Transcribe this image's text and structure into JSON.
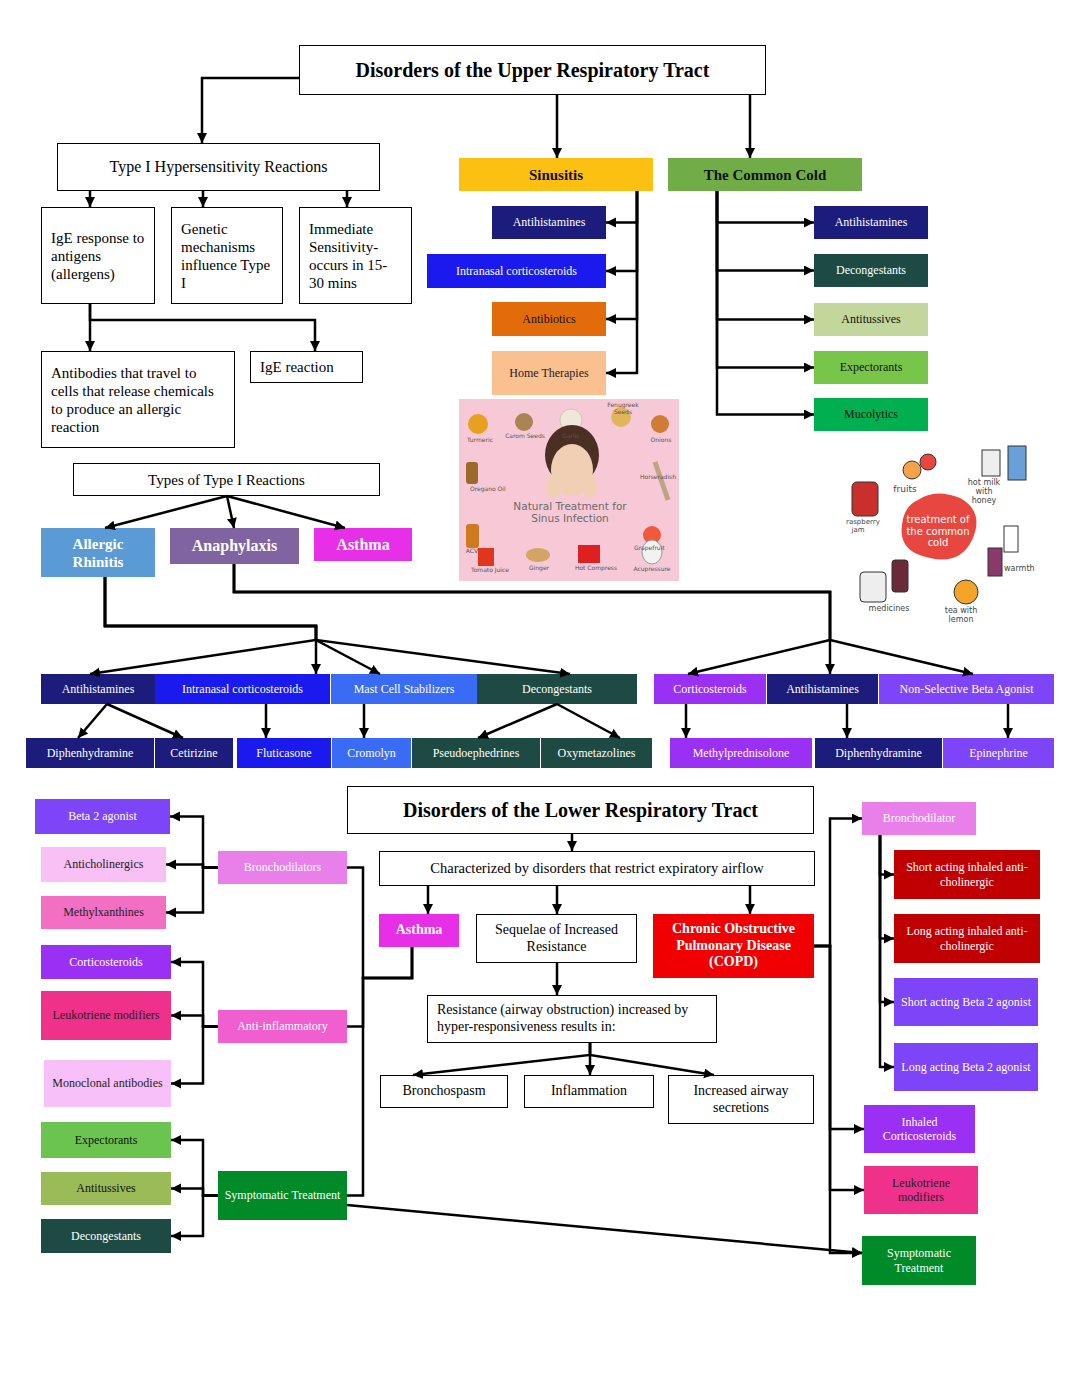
{
  "diagram": {
    "nodes": [
      {
        "text": [
          "Disorders of the Upper Respiratory Tract"
        ]
      },
      {
        "text": [
          "Type I Hypersensitivity Reactions"
        ]
      },
      {
        "text": [
          "IgE response to antigens (allergens)"
        ]
      },
      {
        "text": [
          "Genetic mechanisms influence Type I"
        ]
      },
      {
        "text": [
          "Immediate Sensitivity- occurs in 15-30 mins"
        ]
      },
      {
        "text": [
          "Antibodies that travel to cells that release chemicals to produce an allergic reaction"
        ]
      },
      {
        "text": [
          "IgE reaction"
        ]
      },
      {
        "text": [
          "Sinusitis"
        ]
      },
      {
        "text": [
          "The Common Cold"
        ]
      },
      {
        "text": [
          "Antihistamines"
        ]
      },
      {
        "text": [
          "Intranasal corticosteroids"
        ]
      },
      {
        "text": [
          "Antibiotics"
        ]
      },
      {
        "text": [
          "Home Therapies"
        ]
      },
      {
        "text": [
          "Antihistamines"
        ]
      },
      {
        "text": [
          "Decongestants"
        ]
      },
      {
        "text": [
          "Antitussives"
        ]
      },
      {
        "text": [
          "Expectorants"
        ]
      },
      {
        "text": [
          "Mucolytics"
        ]
      },
      {
        "text": [
          "Types of Type I Reactions"
        ]
      },
      {
        "text": [
          "Allergic Rhinitis"
        ]
      },
      {
        "text": [
          "Anaphylaxis"
        ]
      },
      {
        "text": [
          "Asthma"
        ]
      },
      {
        "text": [
          "Antihistamines"
        ]
      },
      {
        "text": [
          "Intranasal corticosteroids"
        ]
      },
      {
        "text": [
          "Mast Cell Stabilizers"
        ]
      },
      {
        "text": [
          "Decongestants"
        ]
      },
      {
        "text": [
          "Corticosteroids"
        ]
      },
      {
        "text": [
          "Antihistamines"
        ]
      },
      {
        "text": [
          "Non-Selective Beta Agonist"
        ]
      },
      {
        "text": [
          "Diphenhydramine"
        ]
      },
      {
        "text": [
          "Cetirizine"
        ]
      },
      {
        "text": [
          "Fluticasone"
        ]
      },
      {
        "text": [
          "Cromolyn"
        ]
      },
      {
        "text": [
          "Pseudoephedrines"
        ]
      },
      {
        "text": [
          "Oxymetazolines"
        ]
      },
      {
        "text": [
          "Methylprednisolone"
        ]
      },
      {
        "text": [
          "Diphenhydramine"
        ]
      },
      {
        "text": [
          "Epinephrine"
        ]
      },
      {
        "text": [
          "Disorders of the Lower Respiratory Tract"
        ]
      },
      {
        "text": [
          "Characterized by disorders that restrict expiratory airflow"
        ]
      },
      {
        "text": [
          "Asthma"
        ]
      },
      {
        "text": [
          "Sequelae of Increased Resistance"
        ]
      },
      {
        "text": [
          "Chronic Obstructive Pulmonary Disease (COPD)"
        ]
      },
      {
        "text": [
          "Resistance (airway obstruction) increased by hyper-responsiveness results in:"
        ]
      },
      {
        "text": [
          "Bronchospasm"
        ]
      },
      {
        "text": [
          "Inflammation"
        ]
      },
      {
        "text": [
          "Increased airway secretions"
        ]
      },
      {
        "text": [
          "Bronchodilators"
        ]
      },
      {
        "text": [
          "Beta 2 agonist"
        ]
      },
      {
        "text": [
          "Anticholinergics"
        ]
      },
      {
        "text": [
          "Methylxanthines"
        ]
      },
      {
        "text": [
          "Anti-inflammatory"
        ]
      },
      {
        "text": [
          "Corticosteroids"
        ]
      },
      {
        "text": [
          "Leukotriene modifiers"
        ]
      },
      {
        "text": [
          "Monoclonal antibodies"
        ]
      },
      {
        "text": [
          "Symptomatic Treatment"
        ]
      },
      {
        "text": [
          "Expectorants"
        ]
      },
      {
        "text": [
          "Antitussives"
        ]
      },
      {
        "text": [
          "Decongestants"
        ]
      },
      {
        "text": [
          "Bronchodilator"
        ]
      },
      {
        "text": [
          "Short acting inhaled anti-cholinergic"
        ]
      },
      {
        "text": [
          "Long acting inhaled anti-cholinergic"
        ]
      },
      {
        "text": [
          "Short acting Beta 2 agonist"
        ]
      },
      {
        "text": [
          "Long acting Beta 2 agonist"
        ]
      },
      {
        "text": [
          "Inhaled Corticosteroids"
        ]
      },
      {
        "text": [
          "Leukotriene modifiers"
        ]
      },
      {
        "text": [
          "Symptomatic Treatment"
        ]
      }
    ],
    "edges": [
      {
        "from": 0,
        "to": 1,
        "arrow": "to"
      },
      {
        "from": 0,
        "to": 7,
        "arrow": "to"
      },
      {
        "from": 0,
        "to": 8,
        "arrow": "to"
      },
      {
        "from": 1,
        "to": 2,
        "arrow": "to"
      },
      {
        "from": 1,
        "to": 3,
        "arrow": "to"
      },
      {
        "from": 1,
        "to": 4,
        "arrow": "to"
      },
      {
        "from": 2,
        "to": 5,
        "arrow": "to"
      },
      {
        "from": 2,
        "to": 6,
        "arrow": "to"
      },
      {
        "from": 7,
        "to": 9,
        "arrow": "to"
      },
      {
        "from": 7,
        "to": 10,
        "arrow": "to"
      },
      {
        "from": 7,
        "to": 11,
        "arrow": "to"
      },
      {
        "from": 7,
        "to": 12,
        "arrow": "to"
      },
      {
        "from": 8,
        "to": 13,
        "arrow": "to"
      },
      {
        "from": 8,
        "to": 14,
        "arrow": "to"
      },
      {
        "from": 8,
        "to": 15,
        "arrow": "to"
      },
      {
        "from": 8,
        "to": 16,
        "arrow": "to"
      },
      {
        "from": 8,
        "to": 17,
        "arrow": "to"
      },
      {
        "from": 18,
        "to": 19,
        "arrow": "to"
      },
      {
        "from": 18,
        "to": 20,
        "arrow": "to"
      },
      {
        "from": 18,
        "to": 21,
        "arrow": "to"
      },
      {
        "from": 19,
        "to": 22,
        "arrow": "to"
      },
      {
        "from": 19,
        "to": 23,
        "arrow": "to"
      },
      {
        "from": 19,
        "to": 24,
        "arrow": "to"
      },
      {
        "from": 19,
        "to": 25,
        "arrow": "to"
      },
      {
        "from": 20,
        "to": 26,
        "arrow": "to"
      },
      {
        "from": 20,
        "to": 27,
        "arrow": "to"
      },
      {
        "from": 20,
        "to": 28,
        "arrow": "to"
      },
      {
        "from": 22,
        "to": 29,
        "arrow": "to"
      },
      {
        "from": 22,
        "to": 30,
        "arrow": "to"
      },
      {
        "from": 23,
        "to": 31,
        "arrow": "to"
      },
      {
        "from": 24,
        "to": 32,
        "arrow": "to"
      },
      {
        "from": 25,
        "to": 33,
        "arrow": "to"
      },
      {
        "from": 25,
        "to": 34,
        "arrow": "to"
      },
      {
        "from": 26,
        "to": 35,
        "arrow": "to"
      },
      {
        "from": 27,
        "to": 36,
        "arrow": "to"
      },
      {
        "from": 28,
        "to": 37,
        "arrow": "to"
      },
      {
        "from": 38,
        "to": 39,
        "arrow": "to"
      },
      {
        "from": 39,
        "to": 40,
        "arrow": "to"
      },
      {
        "from": 39,
        "to": 41,
        "arrow": "to"
      },
      {
        "from": 39,
        "to": 42,
        "arrow": "to"
      },
      {
        "from": 41,
        "to": 43,
        "arrow": "to"
      },
      {
        "from": 43,
        "to": 44,
        "arrow": "to"
      },
      {
        "from": 43,
        "to": 45,
        "arrow": "to"
      },
      {
        "from": 43,
        "to": 46,
        "arrow": "to"
      },
      {
        "from": 40,
        "to": 47,
        "arrow": "none"
      },
      {
        "from": 40,
        "to": 51,
        "arrow": "none"
      },
      {
        "from": 40,
        "to": 55,
        "arrow": "none"
      },
      {
        "from": 47,
        "to": 48,
        "arrow": "to"
      },
      {
        "from": 47,
        "to": 49,
        "arrow": "to"
      },
      {
        "from": 47,
        "to": 50,
        "arrow": "to"
      },
      {
        "from": 51,
        "to": 52,
        "arrow": "to"
      },
      {
        "from": 51,
        "to": 53,
        "arrow": "to"
      },
      {
        "from": 51,
        "to": 54,
        "arrow": "to"
      },
      {
        "from": 55,
        "to": 56,
        "arrow": "to"
      },
      {
        "from": 55,
        "to": 57,
        "arrow": "to"
      },
      {
        "from": 55,
        "to": 58,
        "arrow": "to"
      },
      {
        "from": 55,
        "to": 66,
        "arrow": "to"
      },
      {
        "from": 42,
        "to": 59,
        "arrow": "to"
      },
      {
        "from": 42,
        "to": 64,
        "arrow": "to"
      },
      {
        "from": 42,
        "to": 65,
        "arrow": "to"
      },
      {
        "from": 42,
        "to": 66,
        "arrow": "to"
      },
      {
        "from": 59,
        "to": 60,
        "arrow": "to"
      },
      {
        "from": 59,
        "to": 61,
        "arrow": "to"
      },
      {
        "from": 59,
        "to": 62,
        "arrow": "to"
      },
      {
        "from": 59,
        "to": 63,
        "arrow": "to"
      }
    ],
    "labels": [
      "Natural Treatment for Sinus Infection",
      "Turmeric",
      "Carom Seeds",
      "Garlic",
      "Fenugreek Seeds",
      "Onions",
      "Oregano Oil",
      "Horseradish",
      "Grapefruit",
      "ACV",
      "Tomato Juice",
      "Ginger",
      "Hot Compress",
      "Acupressure",
      "treatment of the common cold",
      "fruits",
      "hot milk with honey",
      "raspberry jam",
      "warmth",
      "medicines",
      "tea with lemon"
    ]
  }
}
